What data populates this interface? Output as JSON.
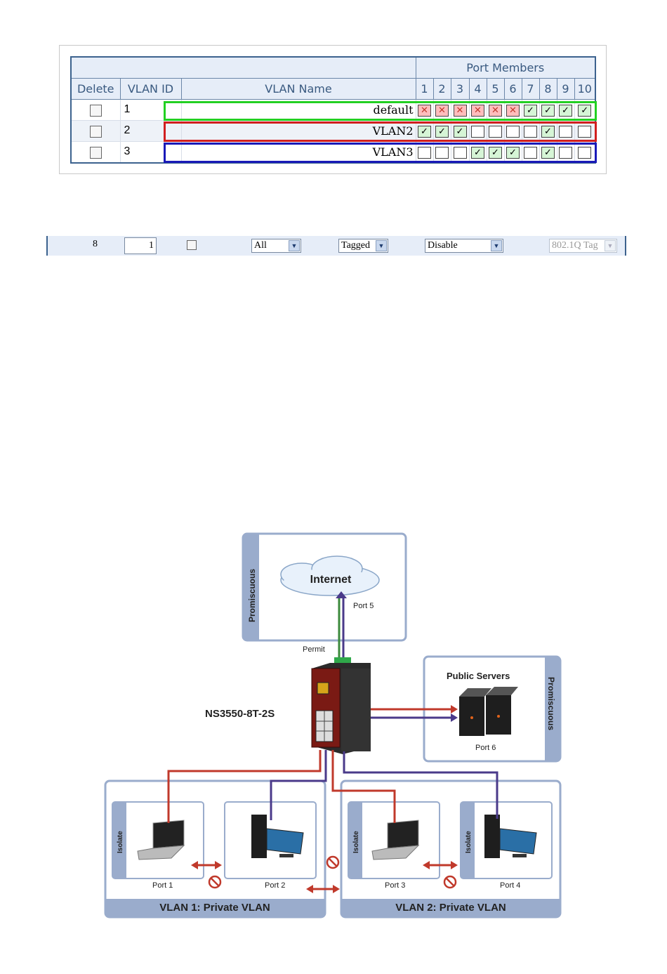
{
  "vlan_table": {
    "header_group": "Port Members",
    "columns": [
      "Delete",
      "VLAN ID",
      "VLAN Name"
    ],
    "ports": [
      "1",
      "2",
      "3",
      "4",
      "5",
      "6",
      "7",
      "8",
      "9",
      "10"
    ],
    "rows": [
      {
        "id": "1",
        "name": "default",
        "members": [
          "x",
          "x",
          "x",
          "x",
          "x",
          "x",
          "v",
          "v",
          "v",
          "v"
        ]
      },
      {
        "id": "2",
        "name": "VLAN2",
        "members": [
          "v",
          "v",
          "v",
          "e",
          "e",
          "e",
          "e",
          "v",
          "e",
          "e"
        ]
      },
      {
        "id": "3",
        "name": "VLAN3",
        "members": [
          "e",
          "e",
          "e",
          "v",
          "v",
          "v",
          "e",
          "v",
          "e",
          "e"
        ]
      }
    ],
    "highlight_colors": [
      "#22d022",
      "#d11f1f",
      "#1a1ab8"
    ]
  },
  "port_config": {
    "port": "8",
    "pvid": "1",
    "frame_type": "All",
    "egress": "Tagged",
    "ingress_filter": "Disable",
    "tpid": "802.1Q Tag"
  },
  "diagram": {
    "internet": "Internet",
    "port5": "Port 5",
    "permit": "Permit",
    "promiscuous_top": "Promiscuous",
    "promiscuous_right": "Promiscuous",
    "public_servers": "Public Servers",
    "port6": "Port 6",
    "switch_model": "NS3550-8T-2S",
    "isolate": "Isolate",
    "port1": "Port 1",
    "port2": "Port 2",
    "port3": "Port 3",
    "port4": "Port 4",
    "vlan1": "VLAN 1: Private VLAN",
    "vlan2": "VLAN 2: Private VLAN"
  }
}
